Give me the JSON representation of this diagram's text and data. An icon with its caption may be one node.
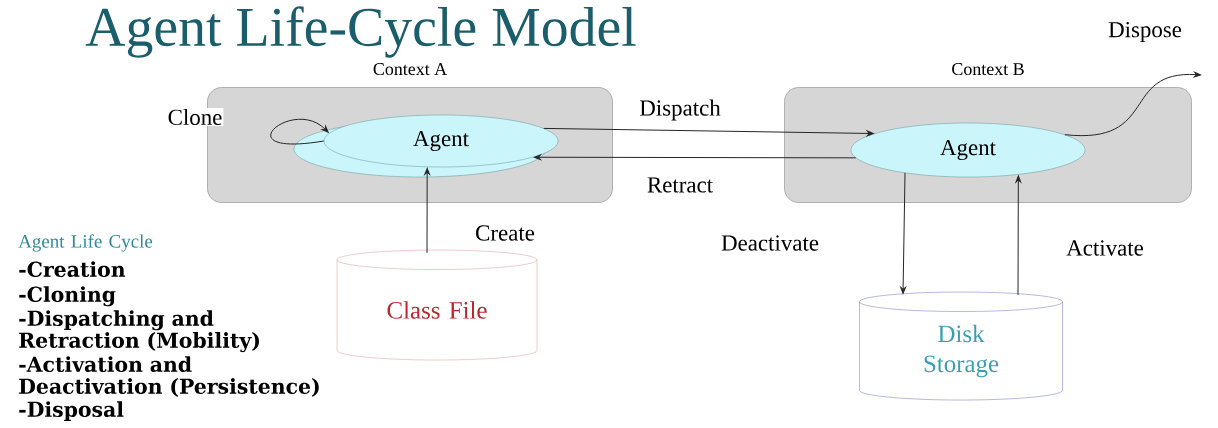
{
  "diagram": {
    "title": "Agent Life-Cycle Model",
    "nodes": [
      {
        "text": [
          "Context A"
        ]
      },
      {
        "text": [
          "Agent"
        ],
        "in": 0
      },
      {
        "text": [
          "Context B"
        ]
      },
      {
        "text": [
          "Agent"
        ],
        "in": 2
      },
      {
        "text": [
          "Class File"
        ]
      },
      {
        "text": [
          "Disk Storage"
        ]
      }
    ],
    "edges": [
      {
        "from": 1,
        "to": 1,
        "arrow": "to",
        "label": "Clone"
      },
      {
        "from": 1,
        "to": 3,
        "arrow": "to",
        "label": "Dispatch"
      },
      {
        "from": 3,
        "to": 1,
        "arrow": "to",
        "label": "Retract"
      },
      {
        "from": 4,
        "to": 1,
        "arrow": "to",
        "label": "Create"
      },
      {
        "from": 3,
        "to": 5,
        "arrow": "to",
        "label": "Deactivate"
      },
      {
        "from": 5,
        "to": 3,
        "arrow": "to",
        "label": "Activate"
      },
      {
        "from": 3,
        "to": null,
        "arrow": "to",
        "label": "Dispose"
      }
    ],
    "labels": [
      "Agent Life Cycle",
      "-Creation",
      "-Cloning",
      "-Dispatching and Retraction (Mobility)",
      "-Activation and Deactivation (Persistence)",
      "-Disposal"
    ]
  }
}
